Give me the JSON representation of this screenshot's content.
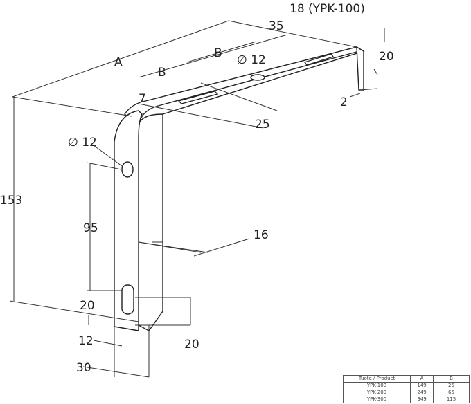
{
  "dimensions": {
    "thickness_label": "18 (YPK-100)",
    "d35": "35",
    "a": "A",
    "b_top": "B",
    "hole_top": "∅ 12",
    "d20_top": "20",
    "b_left": "B",
    "d7": "7",
    "d2": "2",
    "d25": "25",
    "hole_side": "∅ 12",
    "d153": "153",
    "d95": "95",
    "d16": "16",
    "d20_left": "20",
    "d12": "12",
    "d20_right": "20",
    "d30": "30"
  },
  "table": {
    "headers": [
      "Tuote / Product",
      "A",
      "B"
    ],
    "rows": [
      [
        "YPK-100",
        "149",
        "25"
      ],
      [
        "YPK-200",
        "249",
        "65"
      ],
      [
        "YPK-300",
        "349",
        "115"
      ]
    ]
  }
}
